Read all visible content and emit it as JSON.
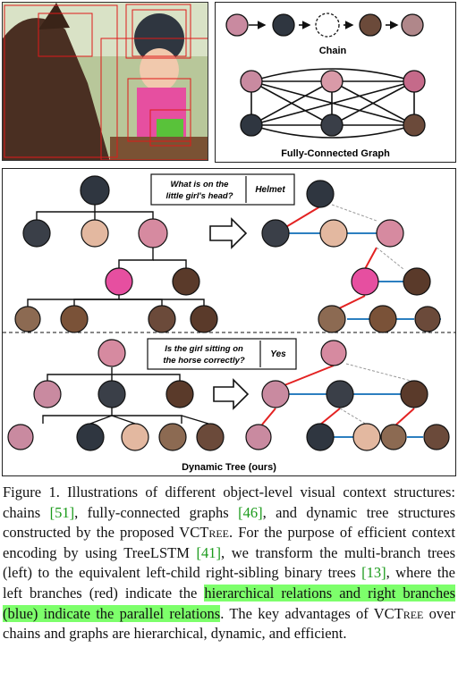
{
  "top_right": {
    "chain_label": "Chain",
    "graph_label": "Fully-Connected Graph"
  },
  "dynamic_tree": {
    "q1": "What is on the little girl's head?",
    "q1_line1": "What is on the",
    "q1_line2": "little girl's head?",
    "a1": "Helmet",
    "q2_line1": "Is the girl sitting on",
    "q2_line2": "the horse correctly?",
    "a2": "Yes",
    "label": "Dynamic Tree (ours)"
  },
  "caption": {
    "p1": "Figure 1. Illustrations of different object-level visual context structures: chains ",
    "r1": "[51]",
    "p2": ", fully-connected graphs ",
    "r2": "[46]",
    "p3": ", and dynamic tree structures constructed by the proposed VCT",
    "p3sc": "ree",
    "p4": ". For the purpose of efficient context encoding by using TreeLSTM ",
    "r3": "[41]",
    "p5": ", we transform the multi-branch trees (left) to the equivalent left-child right-sibling binary trees ",
    "r4": "[13]",
    "p6": ", where the left branches (red) indicate the ",
    "hl": "hierarchical relations and right branches (blue) indicate the parallel relations",
    "p7": ". The key advantages of VCT",
    "p7sc": "ree",
    "p8": " over chains and graphs are hierarchical, dynamic, and efficient."
  }
}
